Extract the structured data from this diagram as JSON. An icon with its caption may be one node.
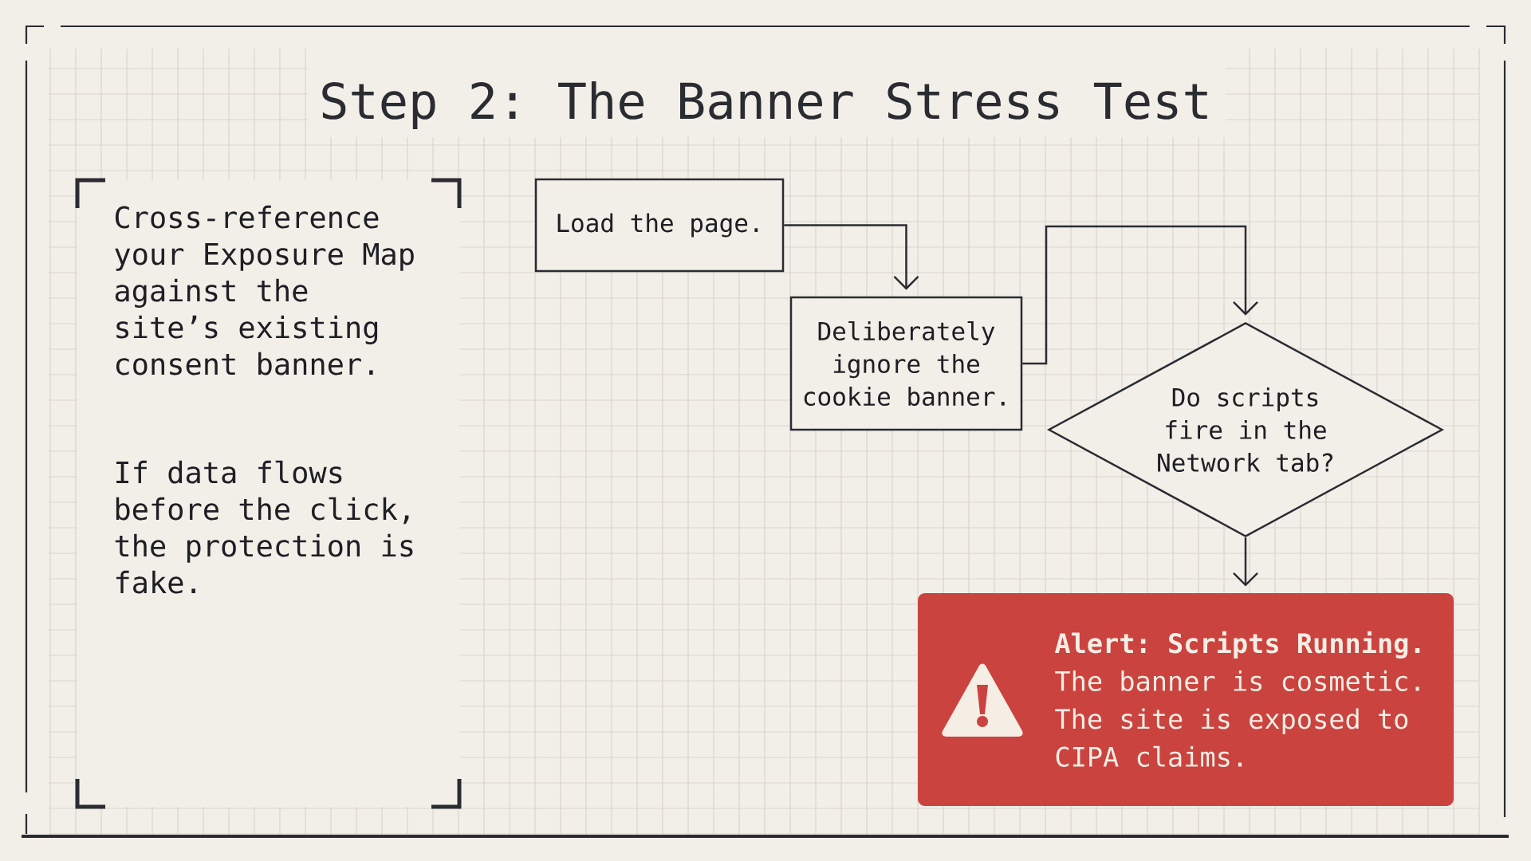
{
  "diagram": {
    "title": "Step 2: The Banner Stress Test",
    "nodes": [
      {
        "text": [
          "Cross-reference your Exposure Map against the site’s existing consent banner.",
          "If data flows before the click, the protection is fake."
        ]
      },
      {
        "text": [
          "Load the page."
        ]
      },
      {
        "text": [
          "Deliberately ignore the cookie banner."
        ]
      },
      {
        "text": [
          "Do scripts fire in the Network tab?"
        ]
      },
      {
        "text": [
          "Alert: Scripts Running.",
          "The banner is cosmetic. The site is exposed to CIPA claims."
        ]
      }
    ],
    "edges": [
      {
        "from": 1,
        "to": 2,
        "arrow": "to"
      },
      {
        "from": 2,
        "to": 3,
        "arrow": "to"
      },
      {
        "from": 3,
        "to": 4,
        "arrow": "to"
      }
    ]
  }
}
